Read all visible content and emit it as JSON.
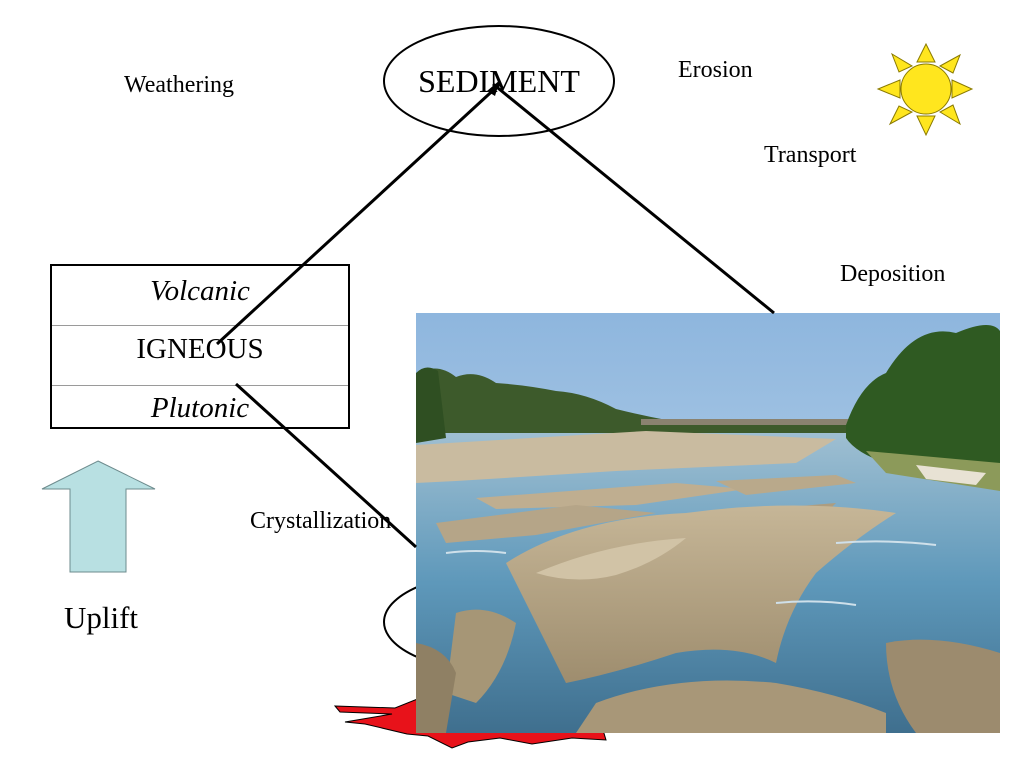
{
  "nodes": {
    "sediment": "SEDIMENT",
    "igneous": {
      "top": "Volcanic",
      "middle": "IGNEOUS",
      "bottom": "Plutonic"
    }
  },
  "processes": {
    "weathering": "Weathering",
    "erosion": "Erosion",
    "transport": "Transport",
    "deposition": "Deposition",
    "crystallization": "Crystallization",
    "uplift": "Uplift"
  },
  "icons": {
    "sun": "sun-icon",
    "uplift_arrow": "up-arrow-icon",
    "heat_burst": "burst-icon"
  },
  "colors": {
    "sun_fill": "#ffe61e",
    "uplift_arrow_fill": "#b8e0e2",
    "burst_fill": "#e8121a",
    "water": "#5e98ba",
    "sand": "#b3a486",
    "sky": "#a9c9e6"
  }
}
